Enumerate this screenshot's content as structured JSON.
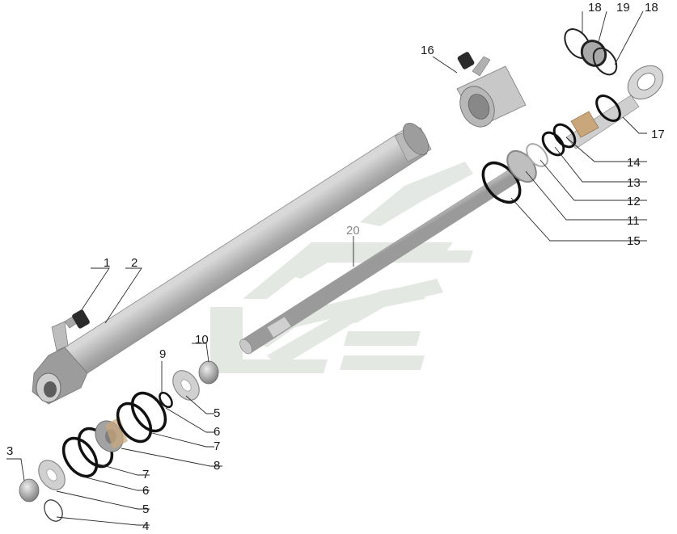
{
  "figure": {
    "type": "exploded-parts-diagram",
    "watermark": "logo"
  },
  "callouts": [
    {
      "id": "c18a",
      "label": "18"
    },
    {
      "id": "c19",
      "label": "19"
    },
    {
      "id": "c18b",
      "label": "18"
    },
    {
      "id": "c16",
      "label": "16"
    },
    {
      "id": "c17",
      "label": "17"
    },
    {
      "id": "c14",
      "label": "14"
    },
    {
      "id": "c13",
      "label": "13"
    },
    {
      "id": "c12",
      "label": "12"
    },
    {
      "id": "c11",
      "label": "11"
    },
    {
      "id": "c15",
      "label": "15"
    },
    {
      "id": "c20",
      "label": "20"
    },
    {
      "id": "c1",
      "label": "1"
    },
    {
      "id": "c2",
      "label": "2"
    },
    {
      "id": "c10",
      "label": "10"
    },
    {
      "id": "c9",
      "label": "9"
    },
    {
      "id": "c5a",
      "label": "5"
    },
    {
      "id": "c6a",
      "label": "6"
    },
    {
      "id": "c7a",
      "label": "7"
    },
    {
      "id": "c8",
      "label": "8"
    },
    {
      "id": "c3",
      "label": "3"
    },
    {
      "id": "c7b",
      "label": "7"
    },
    {
      "id": "c6b",
      "label": "6"
    },
    {
      "id": "c5b",
      "label": "5"
    },
    {
      "id": "c4",
      "label": "4"
    }
  ]
}
